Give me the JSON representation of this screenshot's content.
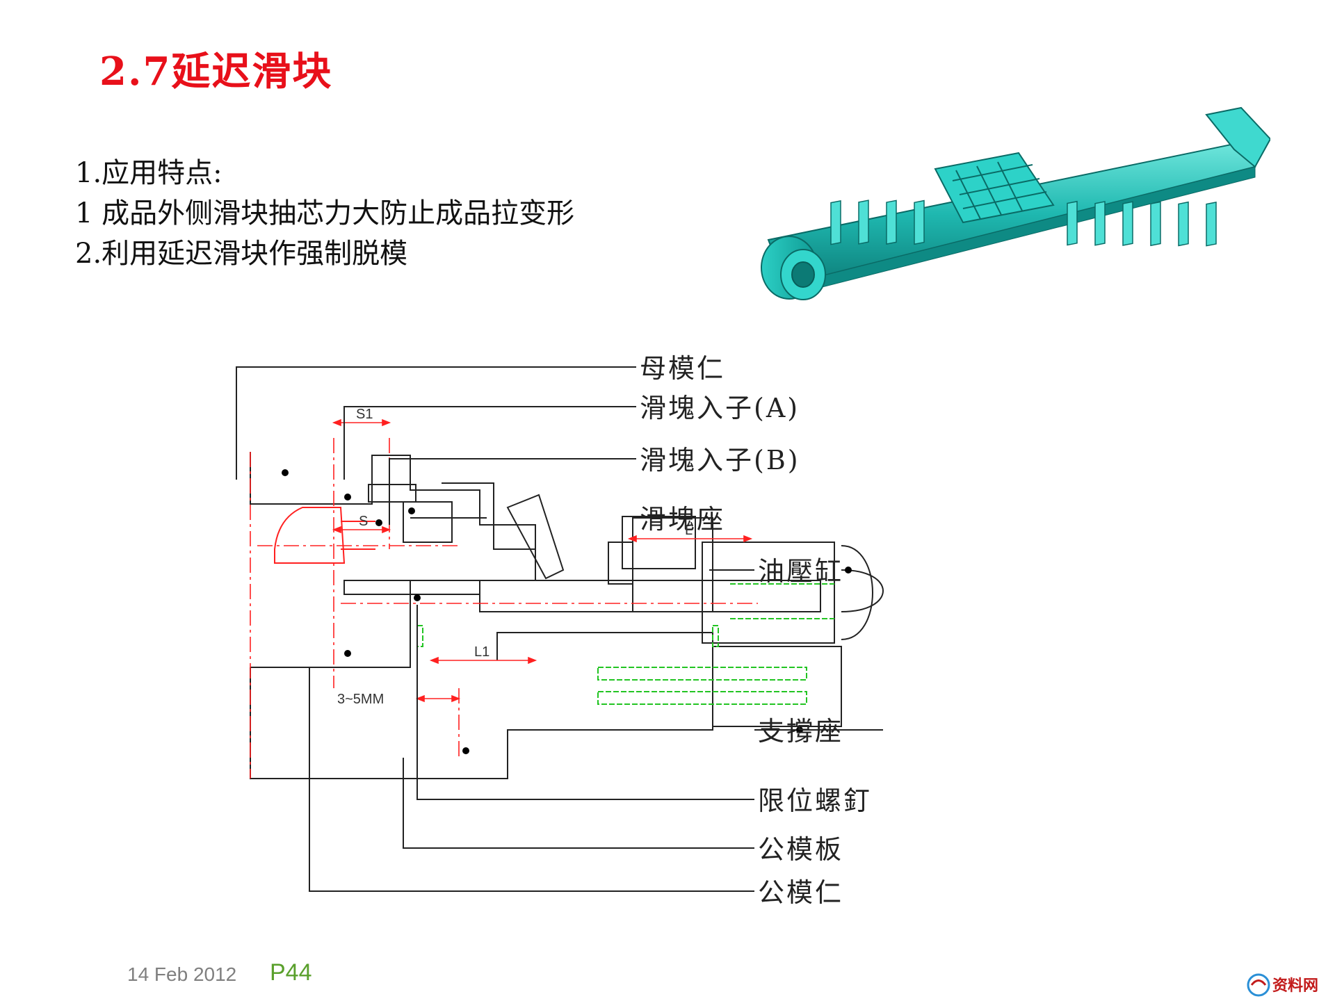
{
  "slide": {
    "title": "2.7延迟滑块",
    "bullets": [
      "1.应用特点:",
      "1 成品外侧滑块抽芯力大防止成品拉变形",
      "2.利用延迟滑块作强制脱模"
    ],
    "footer": {
      "date": "14 Feb 2012",
      "page": "P44"
    }
  },
  "diagram": {
    "callouts": {
      "female_core": "母模仁",
      "slider_insert_a": "滑塊入子(A)",
      "slider_insert_b": "滑塊入子(B)",
      "slider_seat": "滑塊座",
      "hydraulic_cylinder": "油壓缸",
      "support_seat": "支撐座",
      "stop_screw": "限位螺釘",
      "male_plate": "公模板",
      "male_core": "公模仁"
    },
    "dimensions": {
      "s1": "S1",
      "s": "S",
      "l": "L",
      "l1": "L1",
      "gap": "3~5MM"
    }
  },
  "colors": {
    "title": "#e8101a",
    "part_cyan": "#1fb8b0",
    "centerline_red": "#ff2020",
    "screw_green": "#22c422",
    "footer_page": "#5aa02c",
    "footer_date": "#7f7f7f"
  },
  "watermark": {
    "text": "资料网"
  }
}
